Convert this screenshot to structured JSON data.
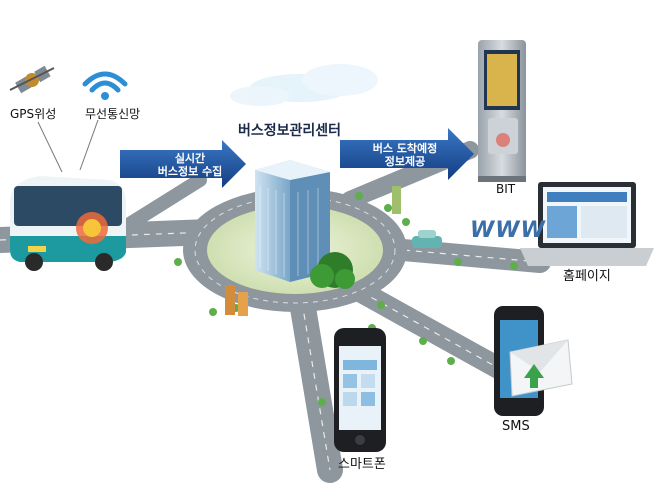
{
  "center": {
    "title": "버스정보관리센터"
  },
  "sources": {
    "gps_label": "GPS위성",
    "wireless_label": "무선통신망"
  },
  "arrows": {
    "collect_line1": "실시간",
    "collect_line2": "버스정보 수집",
    "provide_line1": "버스 도착예정",
    "provide_line2": "정보제공"
  },
  "outputs": {
    "bit_label": "BIT",
    "homepage_label": "홈페이지",
    "sms_label": "SMS",
    "smartphone_label": "스마트폰",
    "www_text": "WWW"
  },
  "colors": {
    "road": "#8e979e",
    "grass": "#dfe9c9",
    "arrow_blue": "#1e4f9c",
    "bus_teal": "#1d9aa0",
    "sky": "#d9ecf7"
  }
}
